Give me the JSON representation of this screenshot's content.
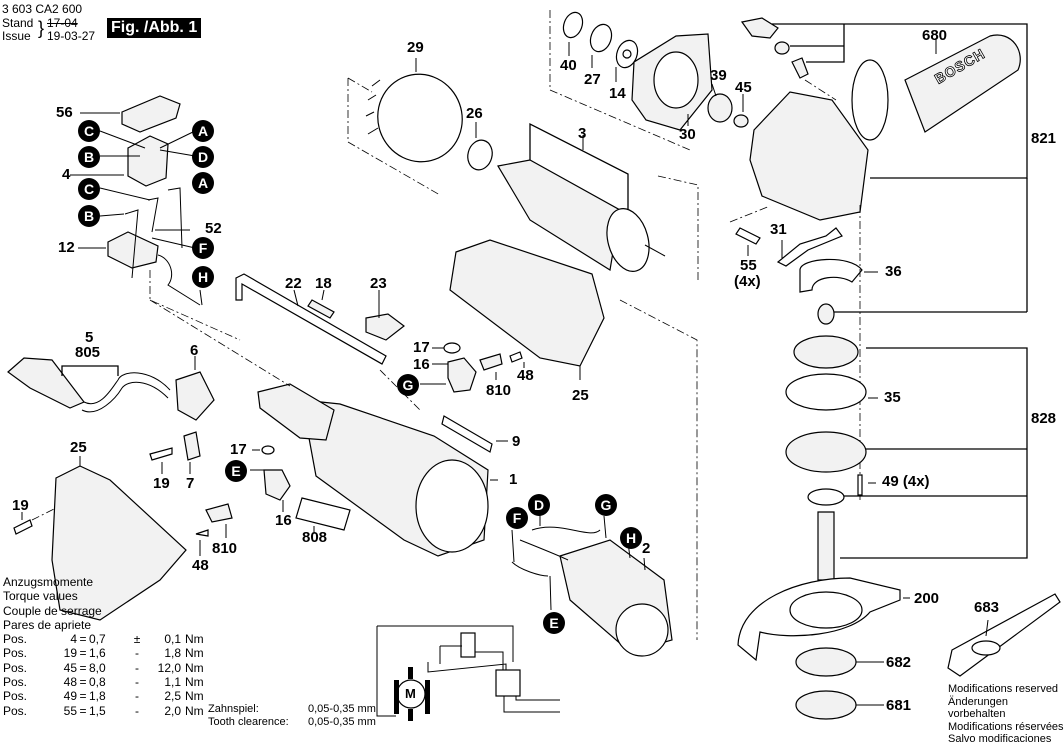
{
  "header": {
    "part_number": "3 603 CA2 600",
    "stand_label": "Stand",
    "issue_label": "Issue",
    "stand_old": "17-04",
    "issue_date": "19-03-27",
    "figure_label": "Fig. /Abb. 1"
  },
  "part_labels": {
    "p56": "56",
    "p4": "4",
    "p52": "52",
    "p12": "12",
    "p29": "29",
    "p26": "26",
    "p3": "3",
    "p40": "40",
    "p27": "27",
    "p14": "14",
    "p30": "30",
    "p39": "39",
    "p45": "45",
    "p680": "680",
    "p821": "821",
    "p31": "31",
    "p55": "55",
    "p55q": "(4x)",
    "p36": "36",
    "p22": "22",
    "p18": "18",
    "p23": "23",
    "p5": "5",
    "p805": "805",
    "p6": "6",
    "p17a": "17",
    "p16a": "16",
    "p810a": "810",
    "p48a": "48",
    "p25a": "25",
    "p9": "9",
    "p1": "1",
    "p17b": "17",
    "p19a": "19",
    "p7": "7",
    "p16b": "16",
    "p808": "808",
    "p25b": "25",
    "p19b": "19",
    "p810b": "810",
    "p48b": "48",
    "p2": "2",
    "p35": "35",
    "p828": "828",
    "p49": "49 (4x)",
    "p200": "200",
    "p683": "683",
    "p682": "682",
    "p681": "681"
  },
  "connector_letters": {
    "a1": "A",
    "a2": "A",
    "b1": "B",
    "b2": "B",
    "c1": "C",
    "c2": "C",
    "d1": "D",
    "d2": "D",
    "e1": "E",
    "e2": "E",
    "f1": "F",
    "f2": "F",
    "g1": "G",
    "g2": "G",
    "h1": "H",
    "h2": "H"
  },
  "torque": {
    "titles": [
      "Anzugsmomente",
      "Torque values",
      "Couple de serrage",
      "Pares de apriete"
    ],
    "rows": [
      {
        "label": "Pos.",
        "pos": "4",
        "eq": "=",
        "min": "0,7",
        "sep": "±",
        "max": "0,1",
        "unit": "Nm"
      },
      {
        "label": "Pos.",
        "pos": "19",
        "eq": "=",
        "min": "1,6",
        "sep": "-",
        "max": "1,8",
        "unit": "Nm"
      },
      {
        "label": "Pos.",
        "pos": "45",
        "eq": "=",
        "min": "8,0",
        "sep": "-",
        "max": "12,0",
        "unit": "Nm"
      },
      {
        "label": "Pos.",
        "pos": "48",
        "eq": "=",
        "min": "0,8",
        "sep": "-",
        "max": "1,1",
        "unit": "Nm"
      },
      {
        "label": "Pos.",
        "pos": "49",
        "eq": "=",
        "min": "1,8",
        "sep": "-",
        "max": "2,5",
        "unit": "Nm"
      },
      {
        "label": "Pos.",
        "pos": "55",
        "eq": "=",
        "min": "1,5",
        "sep": "-",
        "max": "2,0",
        "unit": "Nm"
      }
    ]
  },
  "tooth_clearance": {
    "rows": [
      {
        "label": "Zahnspiel:",
        "value": "0,05-0,35 mm"
      },
      {
        "label": "Tooth clearence:",
        "value": "0,05-0,35 mm"
      }
    ]
  },
  "circuit": {
    "motor_label": "M"
  },
  "handle_brand": "BOSCH",
  "modifications": [
    "Modifications reserved",
    "Änderungen vorbehalten",
    "Modifications réservées",
    "Salvo modificaciones"
  ]
}
